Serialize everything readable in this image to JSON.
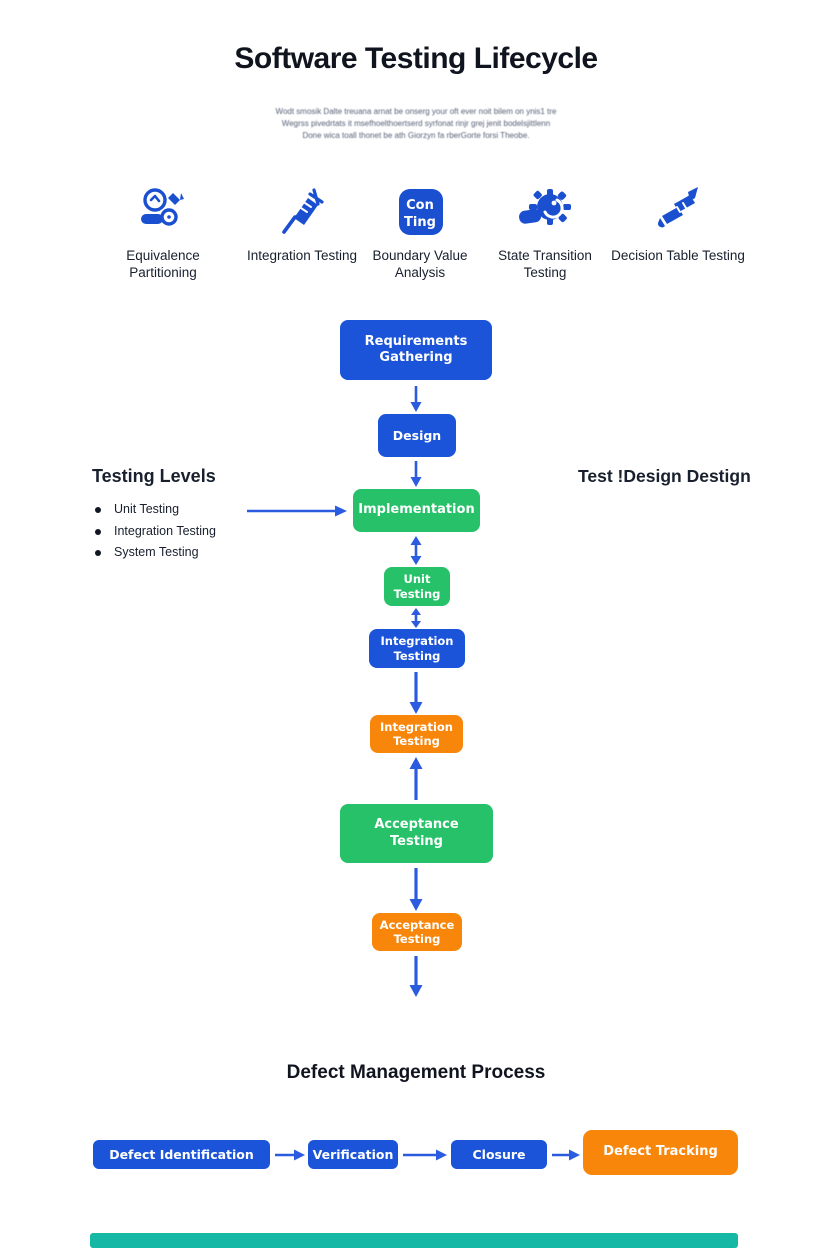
{
  "title": "Software Testing Lifecycle",
  "subtitle_lines": [
    "Wodt smosik Dalte treuana arnat be onserg your oft ever noit bilem on ynis1 tre",
    "Wegrss pivedrtats it msefhoelthoertserd syrfonat rinjr grej jenit bodelsjittlenn",
    "Done wica toall thonet be ath Giorzyn fa rberGorte forsi Theobe."
  ],
  "techniques": [
    {
      "label": "Equivalence Partitioning",
      "icon": "gear-magnifier-pen-icon"
    },
    {
      "label": "Integration Testing",
      "icon": "syringe-icon"
    },
    {
      "label": "Boundary Value Analysis",
      "icon": "con-ting-badge-icon",
      "badge": [
        "Con",
        "Ting"
      ]
    },
    {
      "label": "State Transition Testing",
      "icon": "gear-hand-icon"
    },
    {
      "label": "Decision Table Testing",
      "icon": "brush-icon"
    }
  ],
  "flow": {
    "nodes": [
      {
        "label": "Requirements Gathering",
        "color": "blue"
      },
      {
        "label": "Design",
        "color": "blue"
      },
      {
        "label": "Implementation",
        "color": "green"
      },
      {
        "label": "Unit Testing",
        "color": "green"
      },
      {
        "label": "Integration Testing",
        "color": "blue"
      },
      {
        "label": "Integration Testing",
        "color": "orange"
      },
      {
        "label": "Acceptance Testing",
        "color": "green"
      },
      {
        "label": "Acceptance Testing",
        "color": "orange"
      }
    ]
  },
  "testing_levels": {
    "title": "Testing Levels",
    "items": [
      "Unit Testing",
      "Integration Testing",
      "System Testing"
    ]
  },
  "side_note": "Test !Design Destign",
  "defect_section": {
    "title": "Defect Management Process",
    "steps": [
      {
        "label": "Defect Identification",
        "color": "blue"
      },
      {
        "label": "Verification",
        "color": "blue"
      },
      {
        "label": "Closure",
        "color": "blue"
      },
      {
        "label": "Defect Tracking",
        "color": "orange"
      }
    ]
  },
  "palette": {
    "blue": "#1b54d9",
    "green": "#26c168",
    "orange": "#f8860b",
    "arrow_blue": "#2b5ce0",
    "icon_blue": "#1a4fd0",
    "heading_dark": "#10141f",
    "footer_teal": "#15b8a5"
  }
}
